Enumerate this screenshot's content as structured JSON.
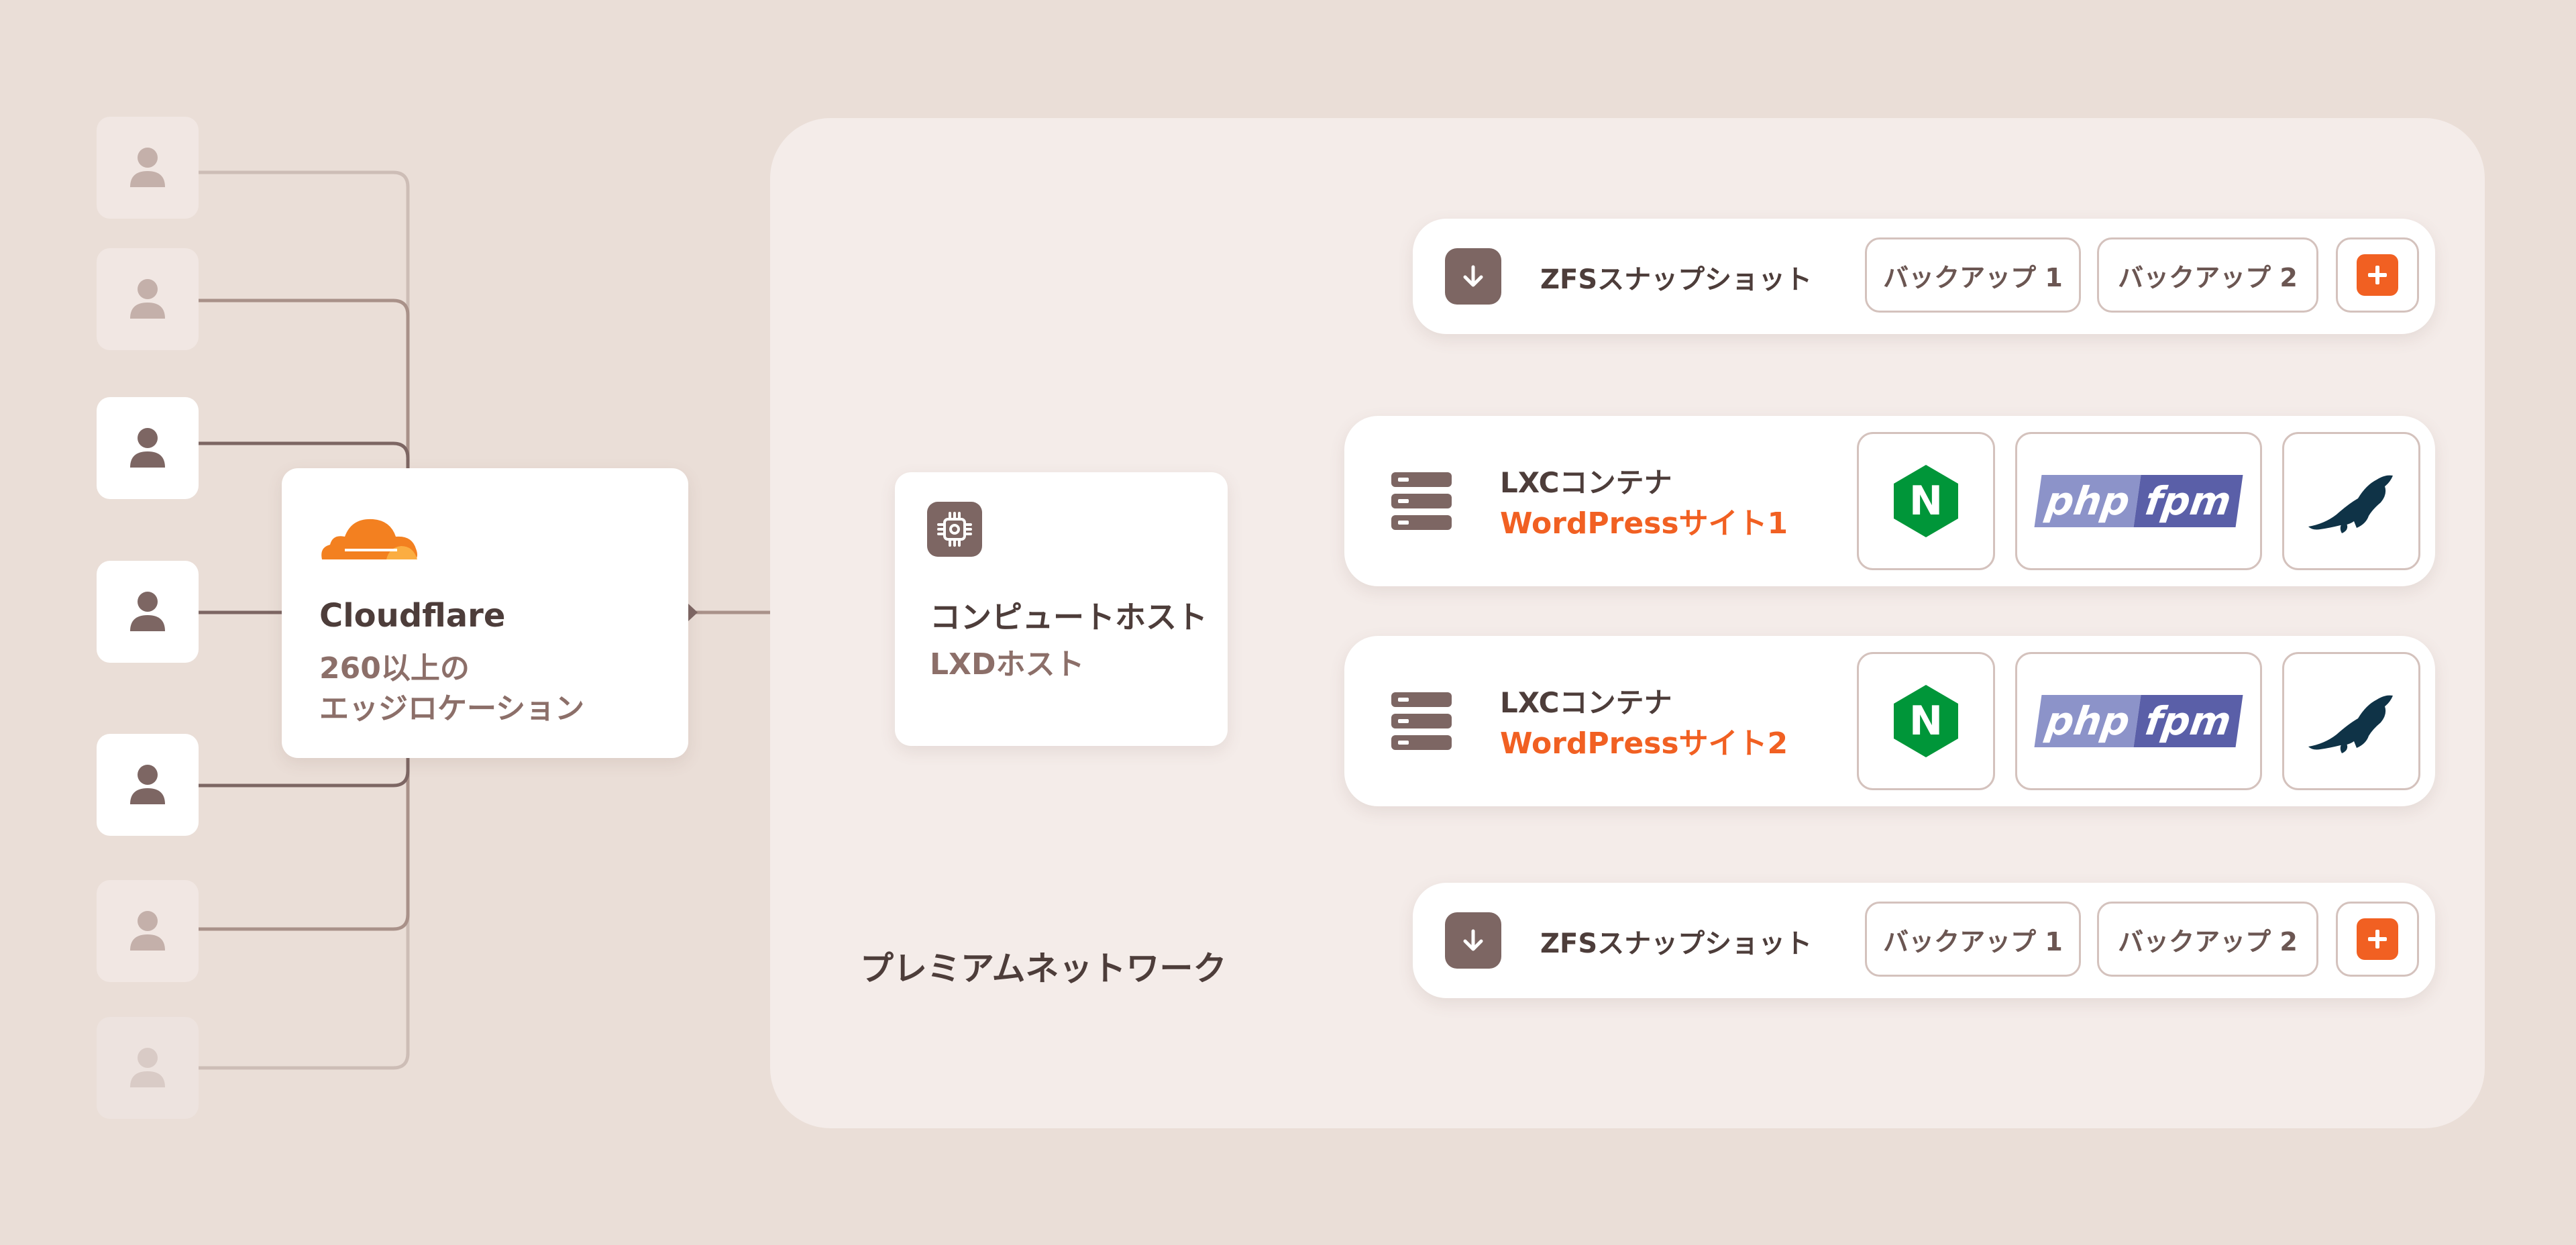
{
  "users": [
    {
      "icon": "user-icon",
      "tone": "faded"
    },
    {
      "icon": "user-icon",
      "tone": "faded"
    },
    {
      "icon": "user-icon",
      "tone": "strong"
    },
    {
      "icon": "user-icon",
      "tone": "strong"
    },
    {
      "icon": "user-icon",
      "tone": "strong"
    },
    {
      "icon": "user-icon",
      "tone": "faded"
    },
    {
      "icon": "user-icon",
      "tone": "faint"
    }
  ],
  "cloudflare": {
    "icon": "cloudflare-cloud-icon",
    "title": "Cloudflare",
    "subtitle_line1": "260以上の",
    "subtitle_line2": "エッジロケーション"
  },
  "network": {
    "label": "プレミアムネットワーク"
  },
  "compute_host": {
    "icon": "cpu-chip-icon",
    "title": "コンピュートホスト",
    "subtitle": "LXDホスト"
  },
  "snapshots": [
    {
      "icon": "download-arrow-icon",
      "label": "ZFSスナップショット",
      "backup1": "バックアップ 1",
      "backup2": "バックアップ 2",
      "add_icon": "plus-icon"
    },
    {
      "icon": "download-arrow-icon",
      "label": "ZFSスナップショット",
      "backup1": "バックアップ 1",
      "backup2": "バックアップ 2",
      "add_icon": "plus-icon"
    }
  ],
  "containers": [
    {
      "icon": "server-stack-icon",
      "title": "LXCコンテナ",
      "site": "WordPressサイト1",
      "stack": {
        "nginx": "N",
        "php_a": "php",
        "php_b": "fpm",
        "db_icon": "mariadb-seal-icon"
      }
    },
    {
      "icon": "server-stack-icon",
      "title": "LXCコンテナ",
      "site": "WordPressサイト2",
      "stack": {
        "nginx": "N",
        "php_a": "php",
        "php_b": "fpm",
        "db_icon": "mariadb-seal-icon"
      }
    }
  ],
  "colors": {
    "background": "#eaded7",
    "panel": "#f4ece9",
    "accent": "#f16022",
    "dark_text": "#4d3d3a",
    "muted_text": "#8c6f69",
    "icon_fill": "#7d6663",
    "nginx_green": "#009639",
    "mariadb_navy": "#0f3347"
  }
}
